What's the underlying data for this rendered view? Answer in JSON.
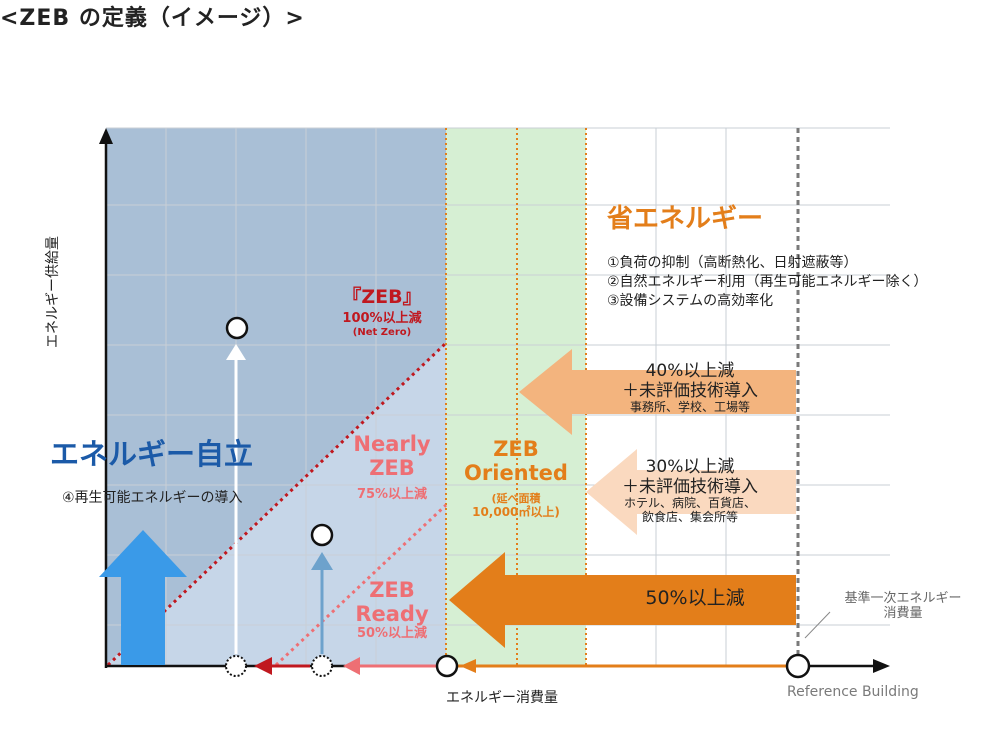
{
  "title": "<ZEB の定義（イメージ）>",
  "axes": {
    "y_label": "エネルギー供給量",
    "x_label": "エネルギー消費量",
    "x_ref_label": "Reference Building",
    "baseline_label_1": "基準一次エネルギー",
    "baseline_label_2": "消費量"
  },
  "energy_saving": {
    "heading": "省エネルギー",
    "items": [
      "①負荷の抑制（高断熱化、日射遮蔽等）",
      "②自然エネルギー利用（再生可能エネルギー除く）",
      "③設備システムの高効率化"
    ]
  },
  "energy_independence": {
    "heading": "エネルギー自立",
    "item": "④再生可能エネルギーの導入"
  },
  "zeb": {
    "name": "『ZEB』",
    "reduction": "100%以上減",
    "note": "(Net Zero)"
  },
  "nearly_zeb": {
    "name_1": "Nearly",
    "name_2": "ZEB",
    "reduction": "75%以上減"
  },
  "zeb_ready": {
    "name_1": "ZEB",
    "name_2": "Ready",
    "reduction": "50%以上減"
  },
  "zeb_oriented": {
    "name_1": "ZEB",
    "name_2": "Oriented",
    "note_1": "(延べ面積",
    "note_2": "10,000㎡以上)"
  },
  "arrows": {
    "a40": {
      "line1": "40%以上減",
      "line2": "＋未評価技術導入",
      "line3": "事務所、学校、工場等"
    },
    "a30": {
      "line1": "30%以上減",
      "line2": "＋未評価技術導入",
      "line3": "ホテル、病院、百貨店、",
      "line4": "飲食店、集会所等"
    },
    "a50": {
      "line1": "50%以上減"
    }
  },
  "colors": {
    "zeb_region": "#a9bfd6",
    "nearly_region": "#c6d6e8",
    "oriented_region": "#d6efd3",
    "orange": "#e37e1a",
    "light_orange": "#f3b47e",
    "pale_orange": "#fad9bf",
    "blue_arrow": "#3a9ae8",
    "red": "#c0181f",
    "pink": "#ee6f74",
    "navy_text": "#1b5aa8",
    "grid": "#c9cfd6"
  }
}
